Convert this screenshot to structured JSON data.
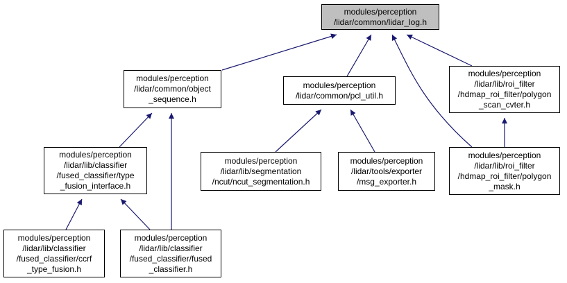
{
  "colors": {
    "edge": "#191970",
    "root_fill": "#bfbfbf",
    "node_fill": "#ffffff",
    "border": "#000000"
  },
  "nodes": {
    "lidar_log": {
      "lines": [
        "modules/perception",
        "/lidar/common/lidar_log.h"
      ]
    },
    "object_sequence": {
      "lines": [
        "modules/perception",
        "/lidar/common/object",
        "_sequence.h"
      ]
    },
    "pcl_util": {
      "lines": [
        "modules/perception",
        "/lidar/common/pcl_util.h"
      ]
    },
    "polygon_scan_cvter": {
      "lines": [
        "modules/perception",
        "/lidar/lib/roi_filter",
        "/hdmap_roi_filter/polygon",
        "_scan_cvter.h"
      ]
    },
    "type_fusion_interface": {
      "lines": [
        "modules/perception",
        "/lidar/lib/classifier",
        "/fused_classifier/type",
        "_fusion_interface.h"
      ]
    },
    "ncut_segmentation": {
      "lines": [
        "modules/perception",
        "/lidar/lib/segmentation",
        "/ncut/ncut_segmentation.h"
      ]
    },
    "msg_exporter": {
      "lines": [
        "modules/perception",
        "/lidar/tools/exporter",
        "/msg_exporter.h"
      ]
    },
    "polygon_mask": {
      "lines": [
        "modules/perception",
        "/lidar/lib/roi_filter",
        "/hdmap_roi_filter/polygon",
        "_mask.h"
      ]
    },
    "ccrf_type_fusion": {
      "lines": [
        "modules/perception",
        "/lidar/lib/classifier",
        "/fused_classifier/ccrf",
        "_type_fusion.h"
      ]
    },
    "fused_classifier": {
      "lines": [
        "modules/perception",
        "/lidar/lib/classifier",
        "/fused_classifier/fused",
        "_classifier.h"
      ]
    }
  }
}
